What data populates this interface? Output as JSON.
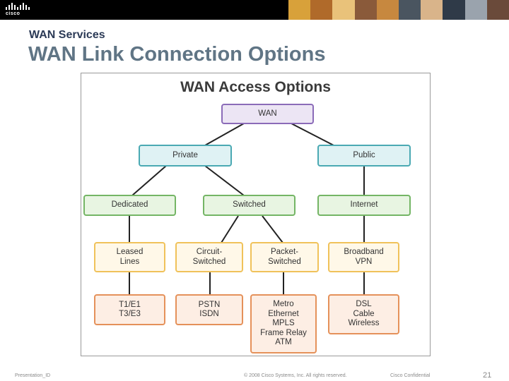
{
  "header": {
    "logo_text": "cisco",
    "photo_colors": [
      "#d8a13a",
      "#b06a2a",
      "#e9c27a",
      "#8a5a3a",
      "#c7883f",
      "#4a5560",
      "#d9b48a",
      "#2f3a48",
      "#9aa3ad",
      "#6a4a3a"
    ]
  },
  "slide": {
    "subtitle": "WAN Services",
    "title": "WAN Link Connection Options"
  },
  "diagram": {
    "title": "WAN Access Options",
    "nodes": {
      "wan": [
        "WAN"
      ],
      "private": [
        "Private"
      ],
      "public": [
        "Public"
      ],
      "dedicated": [
        "Dedicated"
      ],
      "switched": [
        "Switched"
      ],
      "internet": [
        "Internet"
      ],
      "leased": [
        "Leased",
        "Lines"
      ],
      "circuit": [
        "Circuit-",
        "Switched"
      ],
      "packet": [
        "Packet-",
        "Switched"
      ],
      "broadband": [
        "Broadband",
        "VPN"
      ],
      "t1": [
        "T1/E1",
        "T3/E3"
      ],
      "pstn": [
        "PSTN",
        "ISDN"
      ],
      "metro": [
        "Metro",
        "Ethernet",
        "MPLS",
        "Frame Relay",
        "ATM"
      ],
      "dsl": [
        "DSL",
        "Cable",
        "Wireless"
      ]
    },
    "colors": {
      "level1": "#8b6bb8",
      "level2": "#4aa9b3",
      "level3": "#74b565",
      "level4": "#f0c25a",
      "level5": "#e5915a"
    }
  },
  "footer": {
    "left": "Presentation_ID",
    "center": "© 2008 Cisco Systems, Inc. All rights reserved.",
    "right": "Cisco Confidential",
    "page": "21"
  }
}
